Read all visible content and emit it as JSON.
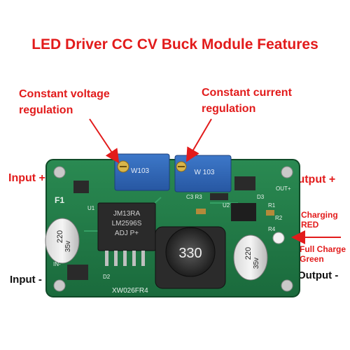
{
  "title": "LED Driver CC CV Buck Module Features",
  "labels": {
    "cv_line1": "Constant voltage",
    "cv_line2": "regulation",
    "cc_line1": "Constant current",
    "cc_line2": "regulation",
    "input_plus": "Input +",
    "input_minus": "Input -",
    "output_plus": "Output +",
    "output_minus": "Output -",
    "charging_line1": "Charging",
    "charging_line2": "RED",
    "full_line1": "Full Charge",
    "full_line2": "Green"
  },
  "board_markings": {
    "pot_left": "W103",
    "pot_right": "W 103",
    "chip": "JM13RA",
    "chip2": "LM2596S",
    "chip3": "ADJ P+",
    "inductor": "330",
    "cap_left": "220",
    "cap_right": "220",
    "cap_voltage": "35v",
    "model": "XW026FR4",
    "out_plus_silk": "OUT+",
    "in_minus_silk": "IN-",
    "u1": "U1",
    "u2": "U2",
    "d2": "D2",
    "d3": "D3",
    "f1": "F1",
    "c3r3": "C3 R3",
    "r1": "R1",
    "r2": "R2",
    "r4": "R4"
  },
  "colors": {
    "annotation_red": "#e21b1b",
    "pcb_green": "#1f7a45"
  }
}
